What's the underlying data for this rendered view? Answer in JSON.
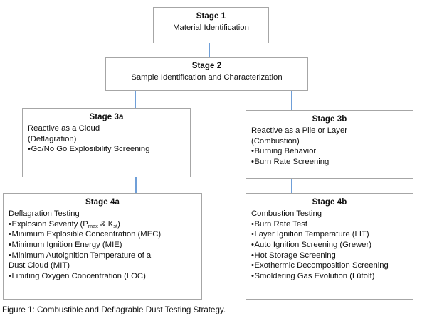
{
  "figure": {
    "caption": "Figure 1: Combustible and Deflagrable Dust Testing Strategy.",
    "border_color": "#a6a6a6",
    "connector_color": "#6f9fd8",
    "background": "#ffffff"
  },
  "nodes": {
    "stage1": {
      "title": "Stage 1",
      "lines": [
        "Material Identification"
      ],
      "bullets": []
    },
    "stage2": {
      "title": "Stage 2",
      "lines": [
        "Sample Identification and Characterization"
      ],
      "bullets": []
    },
    "stage3a": {
      "title": "Stage 3a",
      "lines": [
        "Reactive as a Cloud",
        "(Deflagration)"
      ],
      "bullets": [
        "Go/No Go Explosibility Screening"
      ]
    },
    "stage3b": {
      "title": "Stage 3b",
      "lines": [
        "Reactive as a Pile or Layer",
        "(Combustion)"
      ],
      "bullets": [
        "Burning Behavior",
        "Burn Rate Screening"
      ]
    },
    "stage4a": {
      "title": "Stage 4a",
      "lines": [
        "Deflagration Testing"
      ],
      "bullets": [
        "Explosion Severity (Pmax & Kst)",
        "Minimum Explosible Concentration (MEC)",
        "Minimum Ignition Energy (MIE)",
        "Minimum Autoignition Temperature of a Dust Cloud (MIT)",
        "Limiting Oxygen Concentration (LOC)"
      ],
      "bullet_1_parts": {
        "before": "Explosion Severity (P",
        "sub_1": "max",
        "middle": " & K",
        "sub_2": "st",
        "after": ")"
      },
      "bullet_4_wrap": {
        "line_1": "Minimum Autoignition Temperature of a",
        "line_2": "Dust Cloud (MIT)"
      }
    },
    "stage4b": {
      "title": "Stage 4b",
      "lines": [
        "Combustion Testing"
      ],
      "bullets": [
        "Burn Rate Test",
        "Layer Ignition Temperature (LIT)",
        "Auto Ignition Screening (Grewer)",
        "Hot Storage Screening",
        "Exothermic Decomposition Screening",
        "Smoldering Gas Evolution (Lütolf)"
      ]
    }
  },
  "connectors": [
    {
      "from": "stage1",
      "to": "stage2"
    },
    {
      "from": "stage2",
      "to": "stage3a"
    },
    {
      "from": "stage2",
      "to": "stage3b"
    },
    {
      "from": "stage3a",
      "to": "stage4a"
    },
    {
      "from": "stage3b",
      "to": "stage4b"
    }
  ]
}
